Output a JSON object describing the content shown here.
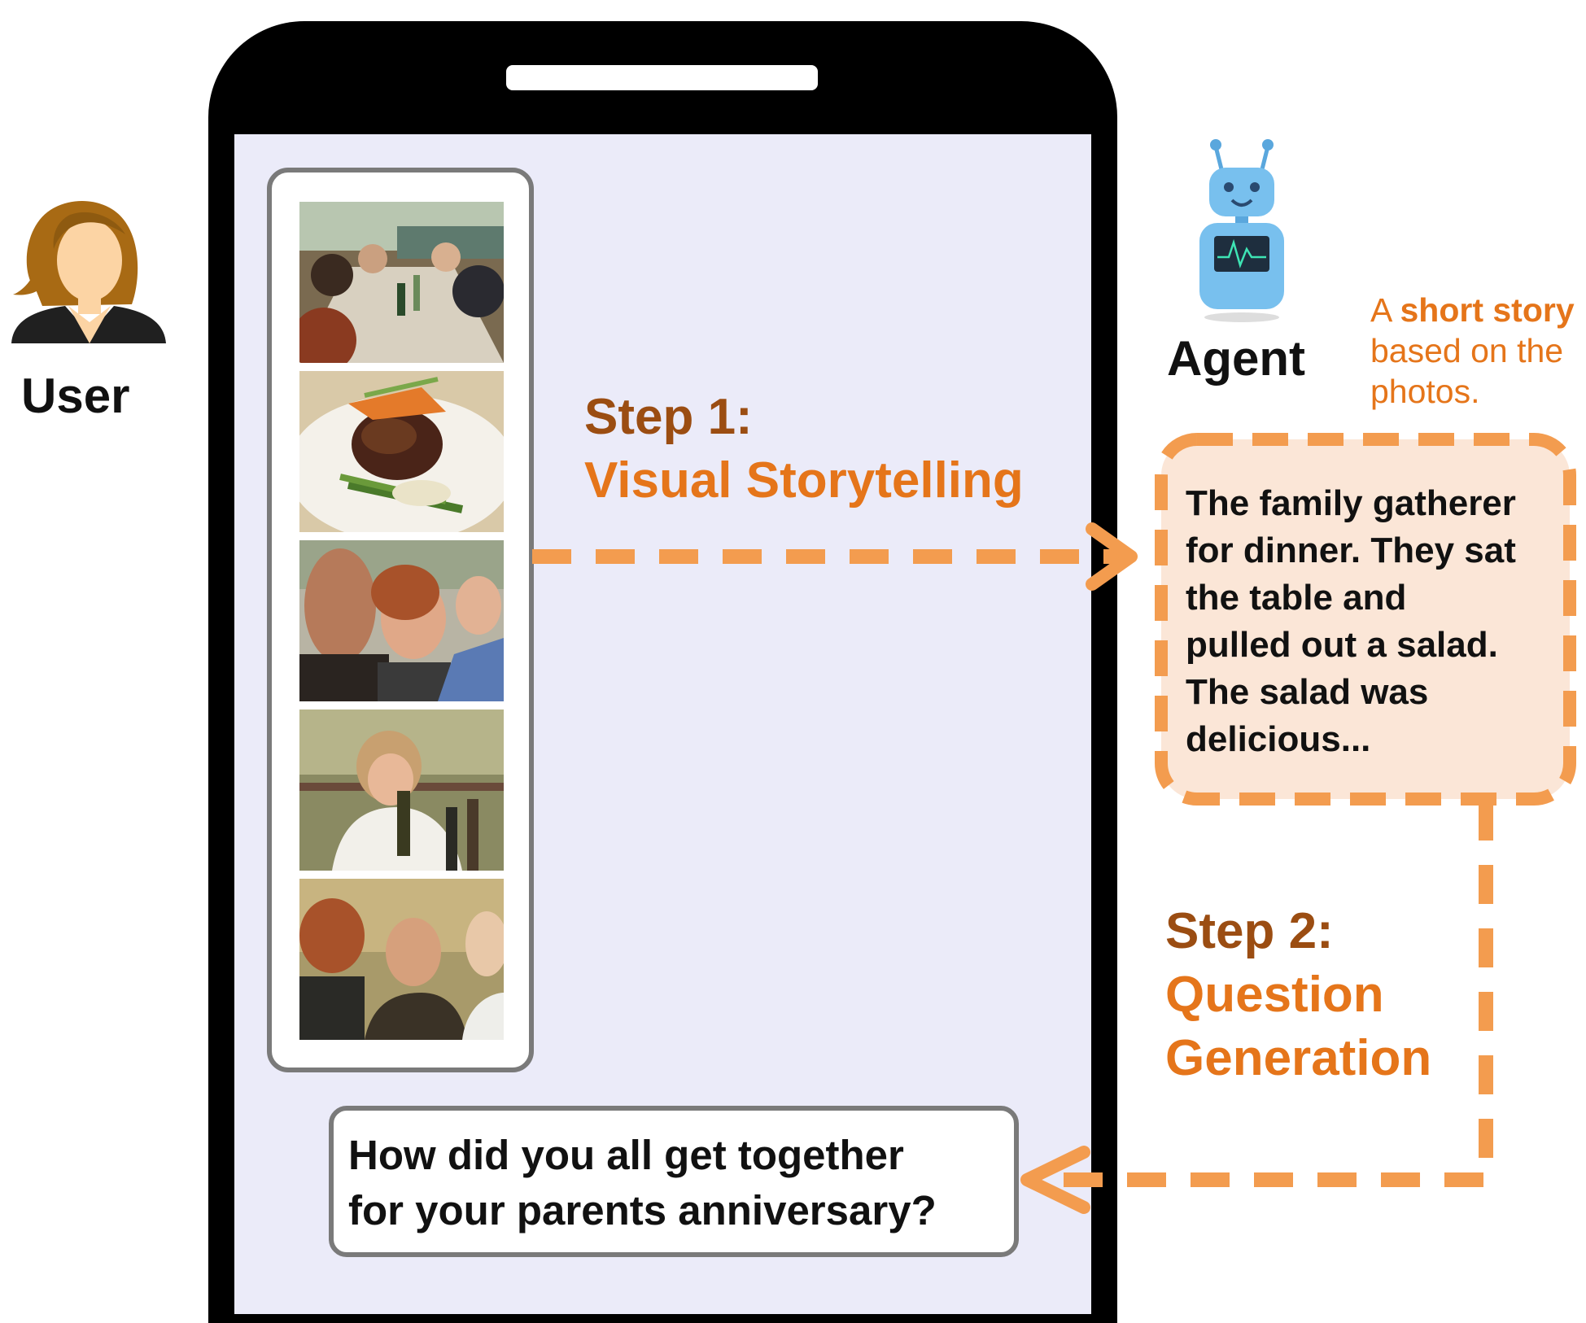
{
  "user": {
    "label": "User"
  },
  "agent": {
    "label": "Agent"
  },
  "photos": [
    {
      "name": "dinner-table-photo"
    },
    {
      "name": "steak-dish-photo"
    },
    {
      "name": "laughing-guests-photo"
    },
    {
      "name": "woman-with-wine-photo"
    },
    {
      "name": "smiling-couple-photo"
    }
  ],
  "step1": {
    "number": "Step 1:",
    "title": "Visual Storytelling"
  },
  "step2": {
    "number": "Step 2:",
    "title_line1": "Question",
    "title_line2": "Generation"
  },
  "story_caption": {
    "prefix": "A ",
    "emphasis": "short story",
    "line2": "based on the",
    "line3": "photos."
  },
  "story": {
    "lines": [
      "The family gatherer",
      "for dinner. They sat",
      "the table and",
      "pulled out a salad.",
      "The salad was",
      "delicious..."
    ]
  },
  "question": {
    "line1": "How did you all get together",
    "line2": "for your parents anniversary?"
  },
  "colors": {
    "accent_orange": "#f39c4f",
    "step_number_brown": "#9b4d12",
    "step_title_orange": "#e5751a",
    "story_fill": "#fbe6d7",
    "screen_fill": "#ebebf9"
  }
}
